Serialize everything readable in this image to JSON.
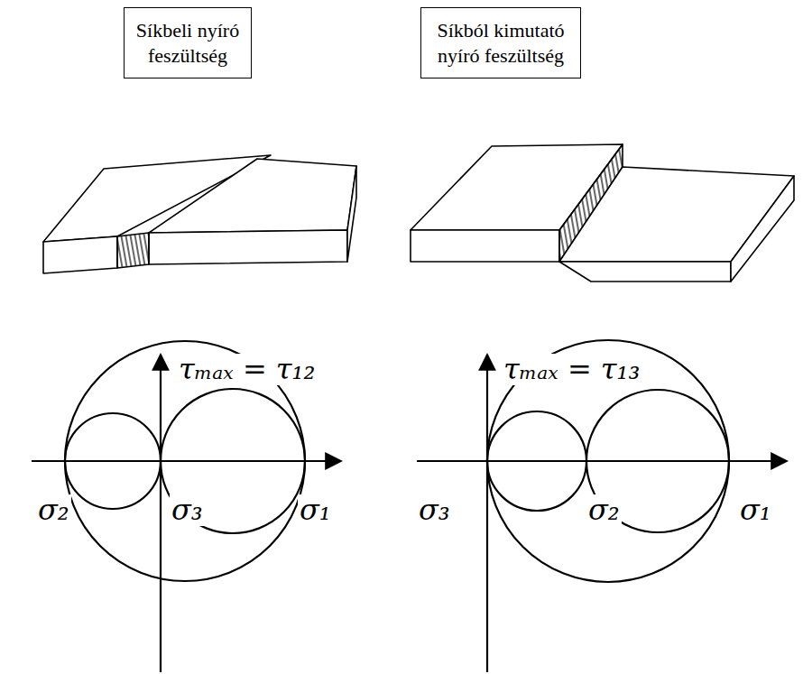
{
  "diagram": {
    "nodes": [
      {
        "text": [
          "Síkbeli nyíró feszültség"
        ]
      },
      {
        "text": [
          "Síkból kimutató nyíró feszültség"
        ]
      }
    ],
    "labels": [
      "τₘₐₓ = τ₁₂",
      "σ₂",
      "σ₃",
      "σ₁",
      "τₘₐₓ = τ₁₃",
      "σ₃",
      "σ₂",
      "σ₁"
    ]
  }
}
